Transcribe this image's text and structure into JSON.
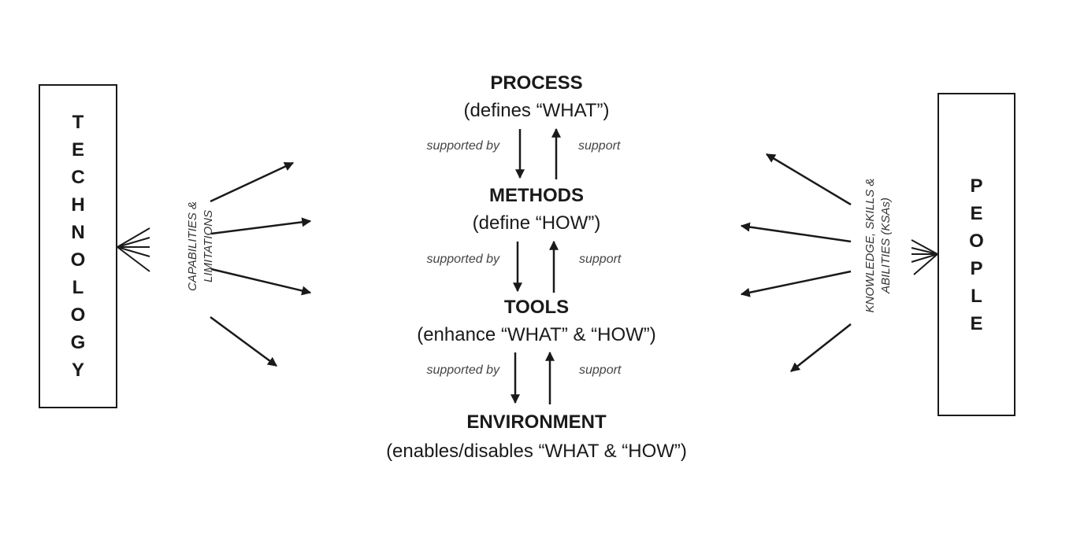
{
  "technology": {
    "letters": [
      "T",
      "E",
      "C",
      "H",
      "N",
      "O",
      "L",
      "O",
      "G",
      "Y"
    ],
    "side_label_line1": "CAPABILITIES &",
    "side_label_line2": "LIMITATIONS"
  },
  "people": {
    "letters": [
      "P",
      "E",
      "O",
      "P",
      "L",
      "E"
    ],
    "side_label_line1": "KNOWLEDGE, SKILLS &",
    "side_label_line2": "ABILITIES (KSAs)"
  },
  "stages": [
    {
      "title": "PROCESS",
      "subtitle": "(defines “WHAT”)"
    },
    {
      "title": "METHODS",
      "subtitle": "(define “HOW”)"
    },
    {
      "title": "TOOLS",
      "subtitle": "(enhance “WHAT” & “HOW”)"
    },
    {
      "title": "ENVIRONMENT",
      "subtitle": "(enables/disables “WHAT & “HOW”)"
    }
  ],
  "relations": [
    {
      "down": "supported by",
      "up": "support"
    },
    {
      "down": "supported by",
      "up": "support"
    },
    {
      "down": "supported by",
      "up": "support"
    }
  ]
}
